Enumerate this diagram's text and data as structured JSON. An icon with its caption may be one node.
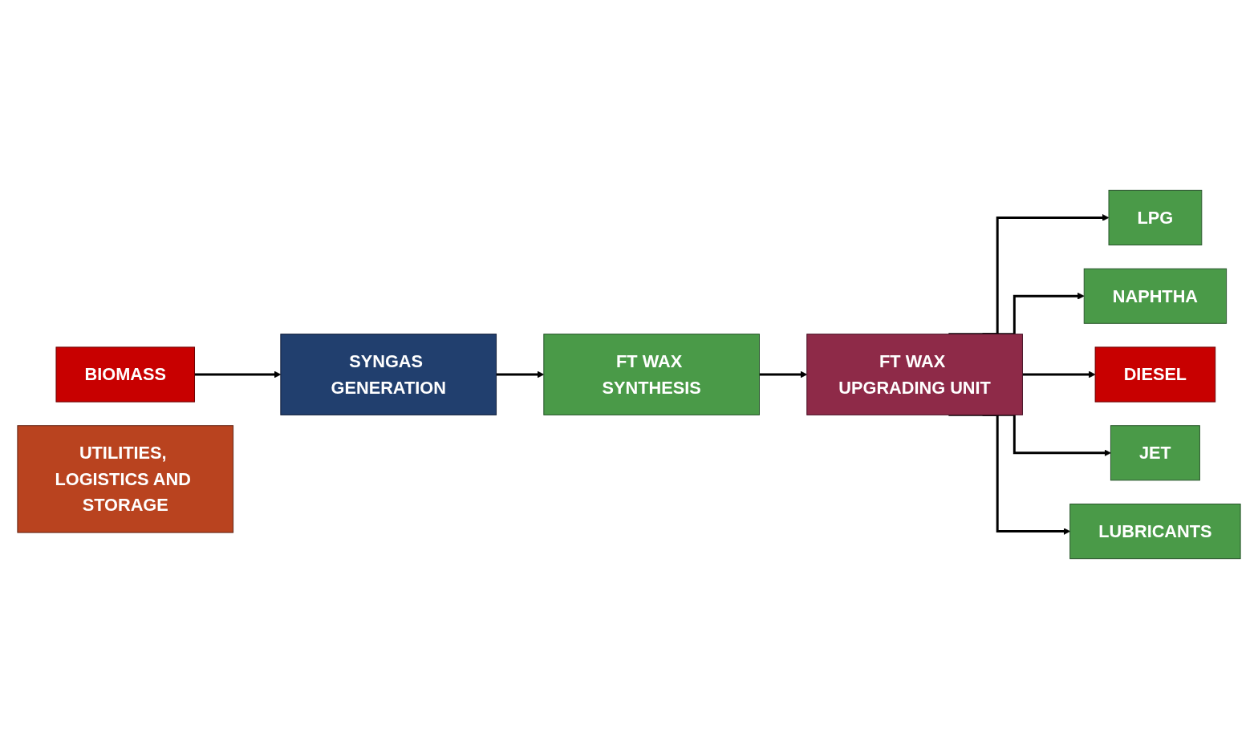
{
  "diagram": {
    "nodes": [
      {
        "text": [
          "BIOMASS"
        ]
      },
      {
        "text": [
          "SYNGAS GENERATION"
        ]
      },
      {
        "text": [
          "FT WAX SYNTHESIS"
        ]
      },
      {
        "text": [
          "FT WAX UPGRADING UNIT"
        ]
      },
      {
        "text": [
          "LPG"
        ]
      },
      {
        "text": [
          "NAPHTHA"
        ]
      },
      {
        "text": [
          "DIESEL"
        ]
      },
      {
        "text": [
          "JET"
        ]
      },
      {
        "text": [
          "LUBRICANTS"
        ]
      },
      {
        "text": [
          "UTILITIES, LOGISTICS AND STORAGE"
        ]
      }
    ],
    "edges": [
      {
        "from": 0,
        "to": 1,
        "arrow": "to"
      },
      {
        "from": 1,
        "to": 2,
        "arrow": "to"
      },
      {
        "from": 2,
        "to": 3,
        "arrow": "to"
      },
      {
        "from": 3,
        "to": 4,
        "arrow": "to"
      },
      {
        "from": 3,
        "to": 5,
        "arrow": "to"
      },
      {
        "from": 3,
        "to": 6,
        "arrow": "to"
      },
      {
        "from": 3,
        "to": 7,
        "arrow": "to"
      },
      {
        "from": 3,
        "to": 8,
        "arrow": "to"
      }
    ]
  }
}
